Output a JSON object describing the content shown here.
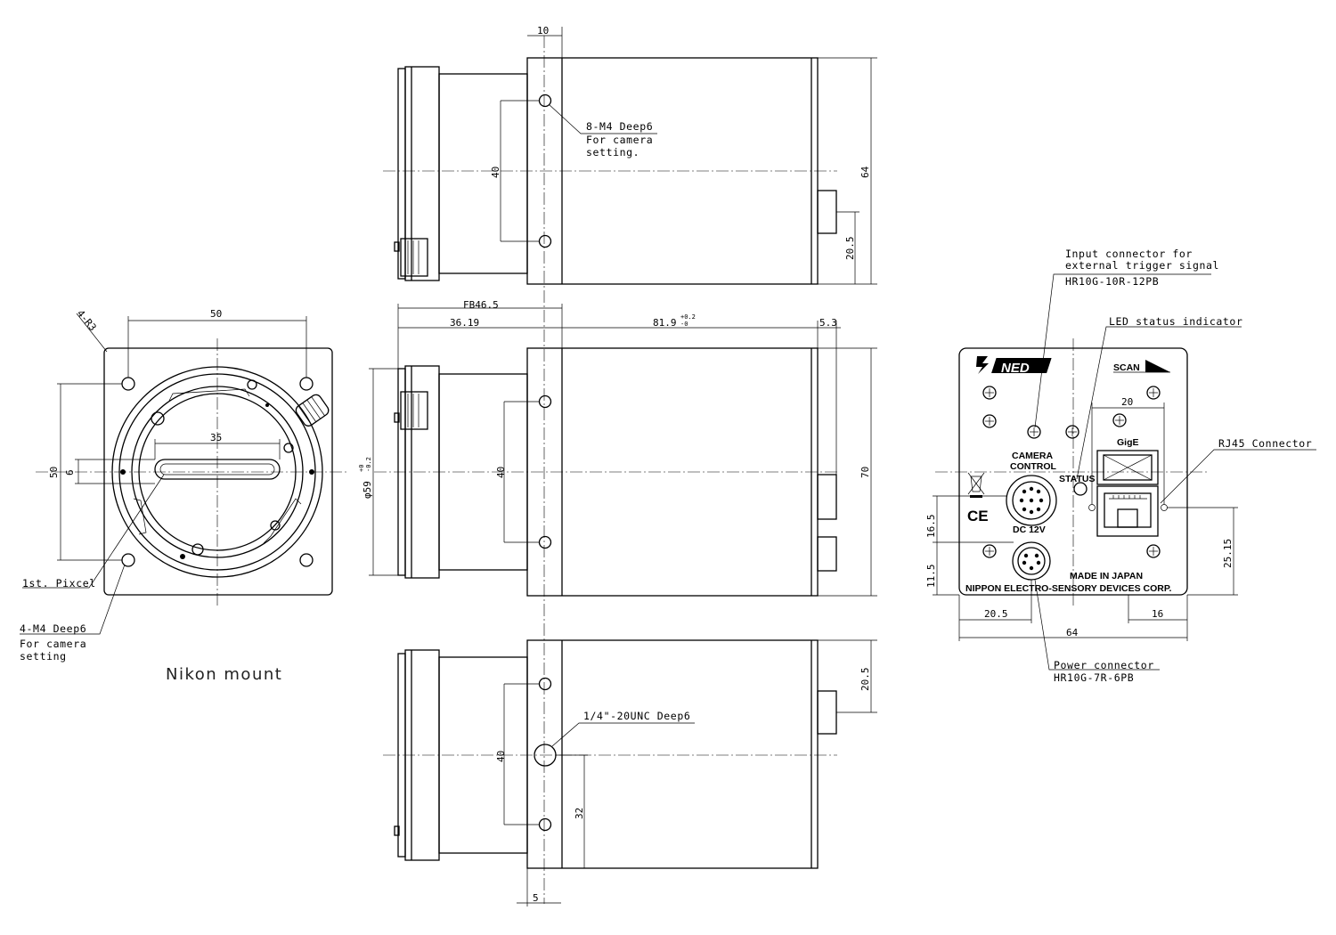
{
  "dims": {
    "top_10": "10",
    "top_40": "40",
    "top_64": "64",
    "top_205": "20.5",
    "fb": "FB46.5",
    "d3619": "36.19",
    "d819": "81.9",
    "tol819": "+0.2",
    "tol819b": "-0",
    "d53": "5.3",
    "phi59": "φ59",
    "phi59tol": "+0",
    "phi59tolb": "-0.2",
    "mid_40": "40",
    "mid_70": "70",
    "bot_40": "40",
    "bot_32": "32",
    "bot_5": "5",
    "bot_205": "20.5",
    "front_50w": "50",
    "front_50h": "50",
    "front_35": "35",
    "front_6": "6",
    "front_r3": "4-R3",
    "back_20": "20",
    "back_165": "16.5",
    "back_115": "11.5",
    "back_2515": "25.15",
    "back_205": "20.5",
    "back_16": "16",
    "back_64": "64"
  },
  "notes": {
    "m4_top_1": "8-M4 Deep6",
    "m4_top_2": "For camera",
    "m4_top_3": "setting.",
    "unc": "1/4\"-20UNC Deep6",
    "first_pixel": "1st. Pixcel",
    "front_m4_1": "4-M4 Deep6",
    "front_m4_2": "For camera",
    "front_m4_3": "setting",
    "mount": "Nikon mount",
    "input_1": "Input connector for",
    "input_2": "external trigger signal",
    "input_3": "HR10G-10R-12PB",
    "led": "LED status indicator",
    "rj45": "RJ45 Connector",
    "power_1": "Power connector",
    "power_2": "HR10G-7R-6PB"
  },
  "panel": {
    "brand": "NED",
    "scan": "SCAN",
    "camera": "CAMERA",
    "control": "CONTROL",
    "status": "STATUS",
    "gige": "GigE",
    "dc": "DC 12V",
    "made": "MADE IN JAPAN",
    "maker": "NIPPON ELECTRO-SENSORY DEVICES CORP.",
    "ce": "CE"
  }
}
